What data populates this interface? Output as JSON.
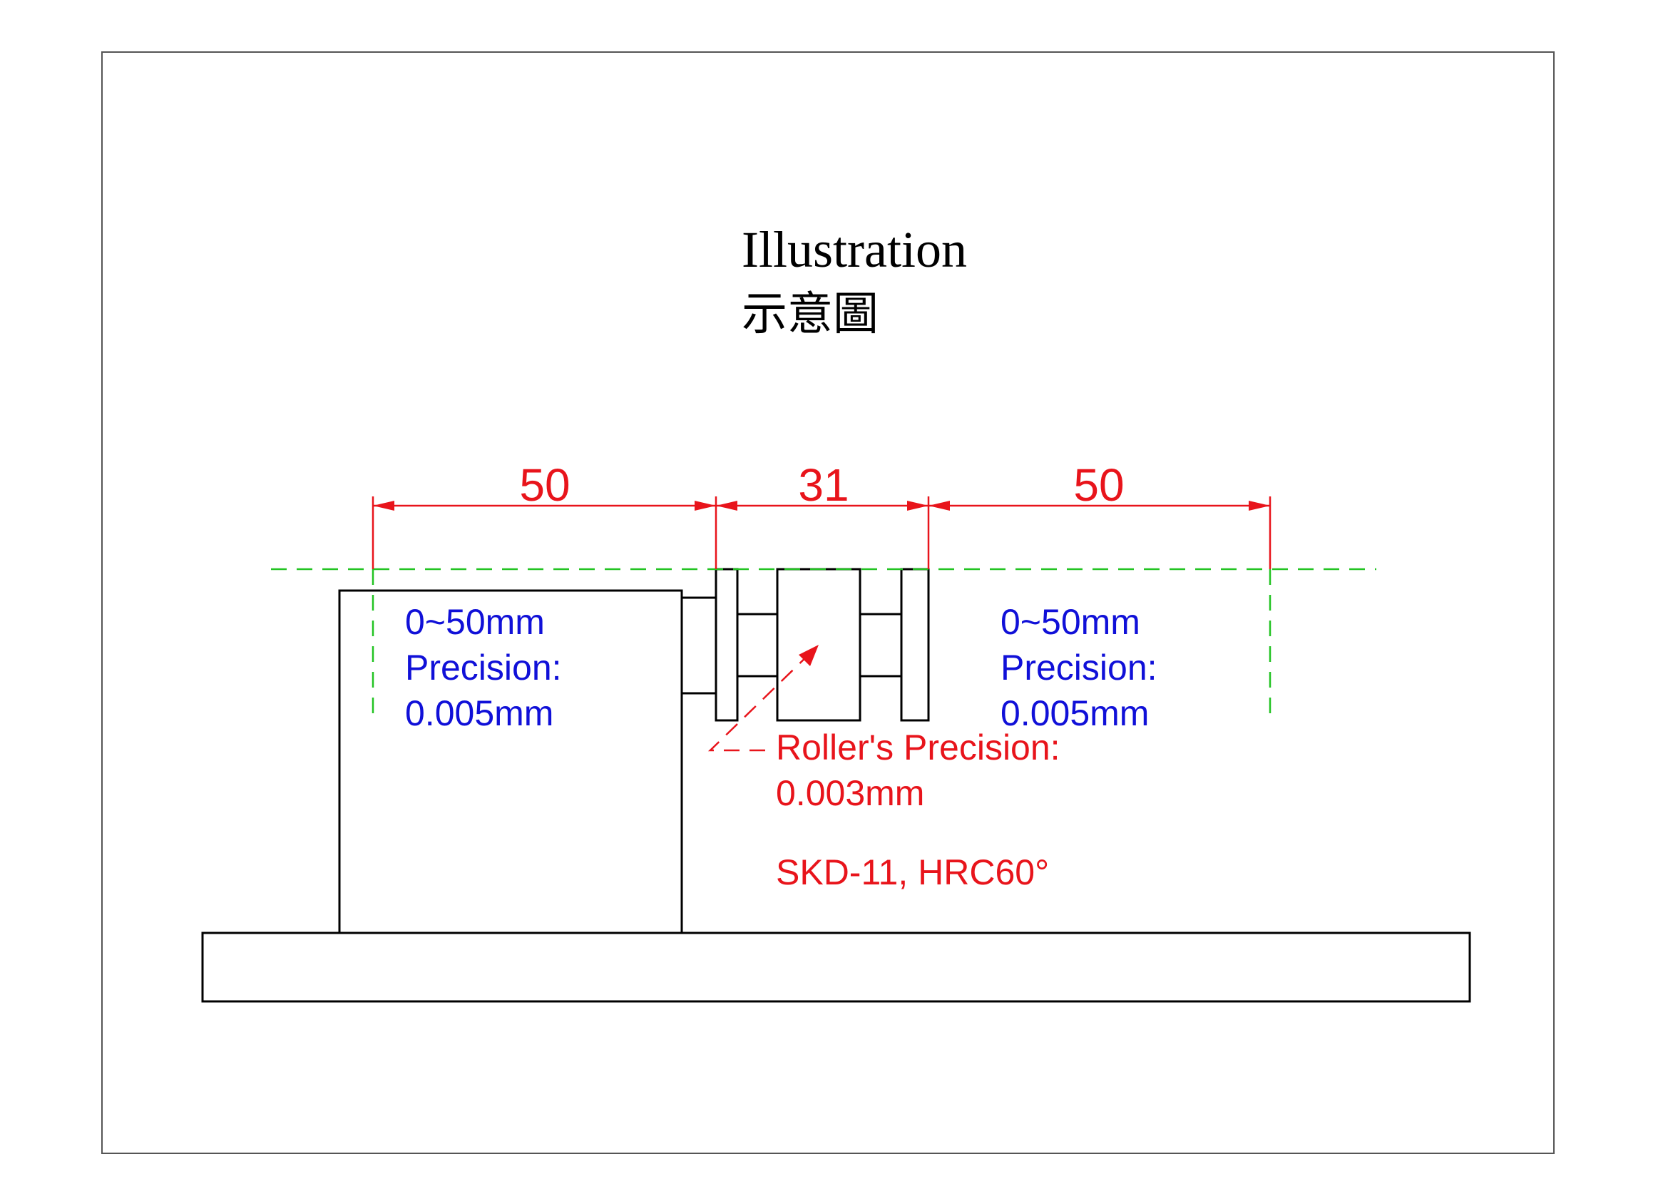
{
  "title": {
    "english": "Illustration",
    "chinese": "示意圖"
  },
  "dimensions": {
    "left": "50",
    "middle": "31",
    "right": "50"
  },
  "left_note": {
    "range": "0~50mm",
    "precision_label": "Precision:",
    "precision_value": "0.005mm"
  },
  "right_note": {
    "range": "0~50mm",
    "precision_label": "Precision:",
    "precision_value": "0.005mm"
  },
  "roller_note": {
    "label": "Roller's Precision:",
    "value": "0.003mm",
    "material": "SKD-11, HRC60°"
  },
  "colors": {
    "dimension": "#e8141b",
    "note_blue": "#1010d8",
    "guide_green": "#22c322",
    "outline": "#000000"
  }
}
